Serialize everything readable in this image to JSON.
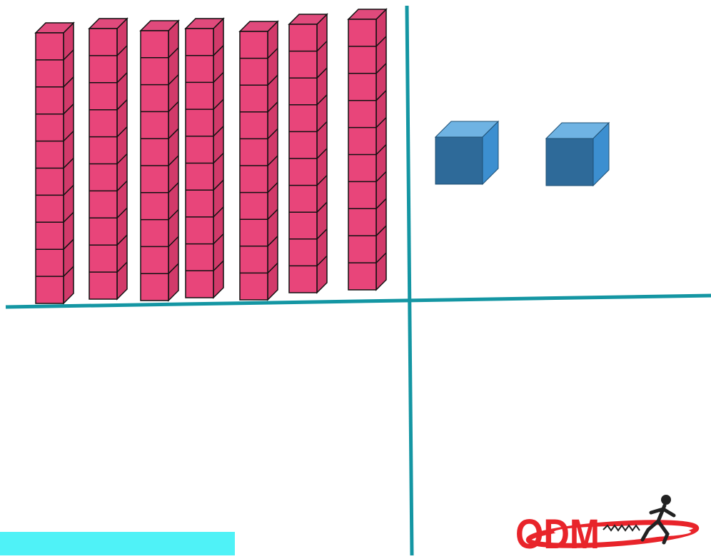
{
  "place_value_mat": {
    "tens_rods": {
      "count": 7,
      "units_per_rod": 10,
      "face_color": "#e8457a",
      "side_color": "#d23a6a",
      "top_color": "#e04a7c",
      "edge_color": "#111111"
    },
    "ones_cubes": {
      "count": 2,
      "front_color": "#2e6a99",
      "top_color": "#6fb3e3",
      "side_color": "#3c8fd0"
    },
    "divider_color": "#1496a3",
    "footer_bar_color": "#4ff2f7"
  },
  "logo": {
    "text": "ODM",
    "text_color": "#e8242a",
    "swoosh_color": "#e8242a",
    "figure_color": "#222222"
  }
}
